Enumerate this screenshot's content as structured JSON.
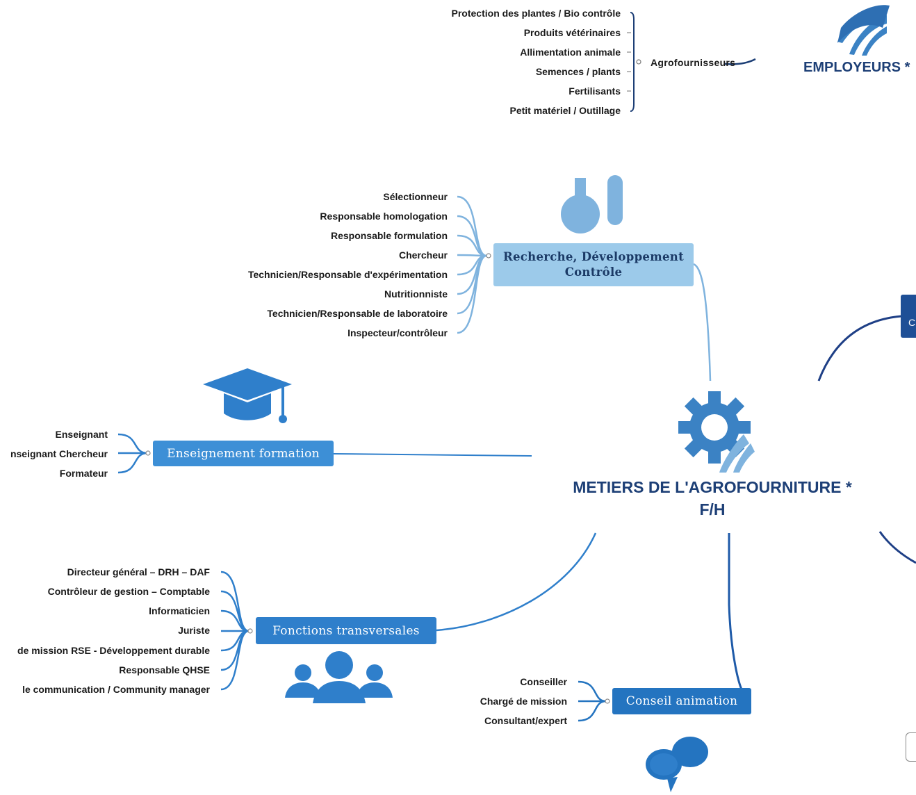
{
  "title": {
    "line1": "METIERS DE L'AGROFOURNITURE *",
    "line2": "F/H"
  },
  "employeurs": {
    "label": "EMPLOYEURS *"
  },
  "agrofournisseurs": {
    "label": "Agrofournisseurs",
    "items": [
      "Protection des plantes / Bio contrôle",
      "Produits vétérinaires",
      "Allimentation animale",
      "Semences / plants",
      "Fertilisants",
      "Petit matériel / Outillage"
    ]
  },
  "recherche": {
    "label_line1": "Recherche, Développement",
    "label_line2": "Contrôle",
    "items": [
      "Sélectionneur",
      "Responsable homologation",
      "Responsable formulation",
      "Chercheur",
      "Technicien/Responsable d'expérimentation",
      "Nutritionniste",
      "Technicien/Responsable de laboratoire",
      "Inspecteur/contrôleur"
    ]
  },
  "enseignement": {
    "label": "Enseignement formation",
    "items": [
      "Enseignant",
      "nseignant Chercheur",
      "Formateur"
    ]
  },
  "fonctions": {
    "label": "Fonctions transversales",
    "items": [
      "Directeur général – DRH – DAF",
      "Contrôleur de gestion – Comptable",
      "Informaticien",
      "Juriste",
      "de mission RSE - Développement durable",
      "Responsable QHSE",
      "le communication / Community manager"
    ]
  },
  "conseil": {
    "label": "Conseil animation",
    "items": [
      "Conseiller",
      "Chargé de mission",
      "Consultant/expert"
    ]
  },
  "edge_node": {
    "label": "C"
  },
  "colors": {
    "dark_blue": "#1d3f76",
    "mid_blue": "#2f7fcb",
    "light_blue": "#9ccaea",
    "icon_blue": "#3b82c4",
    "icon_light": "#7fb3de"
  },
  "icons": [
    "logo-icon",
    "lab-flask-icon",
    "graduation-cap-icon",
    "gear-icon",
    "team-icon",
    "chat-bubbles-icon"
  ]
}
